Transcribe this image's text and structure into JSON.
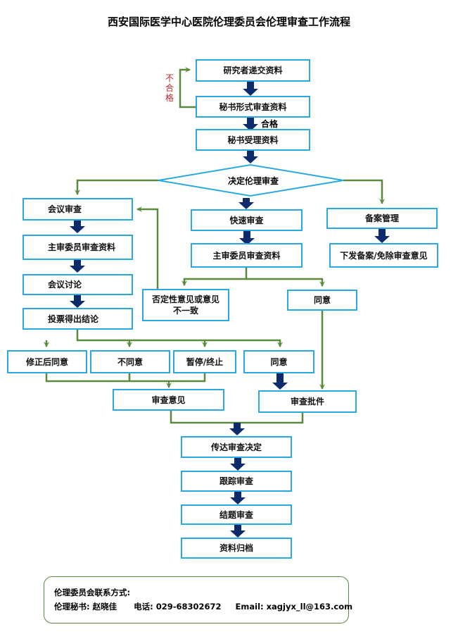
{
  "title": "西安国际医学中心医院伦理委员会伦理审查工作流程",
  "nodes": {
    "submit": "研究者递交资料",
    "formal_review": "秘书形式审查资料",
    "accept": "秘书受理资料",
    "decide": "决定伦理审查",
    "meeting_review": "会议审查",
    "main_reviewer_meeting": "主审委员审查资料",
    "meeting_discussion": "会议讨论",
    "vote": "投票得出结论",
    "fast_review": "快速审查",
    "main_reviewer_fast": "主审委员审查资料",
    "negative": "否定性意见或意见不一致",
    "fast_agree": "同意",
    "filing": "备案管理",
    "filing_result": "下发备案/免除审查意见",
    "revise_agree": "修正后同意",
    "disagree": "不同意",
    "suspend": "暂停/终止",
    "agree": "同意",
    "opinion": "审查意见",
    "approval": "审查批件",
    "deliver": "传达审查决定",
    "follow_up": "跟踪审查",
    "closing": "结题审查",
    "archive": "资料归档"
  },
  "labels": {
    "fail_chars": [
      "不",
      "合",
      "格"
    ],
    "pass": "合格"
  },
  "contact": {
    "heading": "伦理委员会联系方式:",
    "secretary": "伦理秘书: 赵晓佳",
    "phone": "电话: 029-68302672",
    "email": "Email: xagjyx_ll@163.com"
  },
  "colors": {
    "box_border": "#29a9e1",
    "line": "#5a8a3c",
    "arrow": "#0d2a6b",
    "fail_text": "#c0262d"
  }
}
